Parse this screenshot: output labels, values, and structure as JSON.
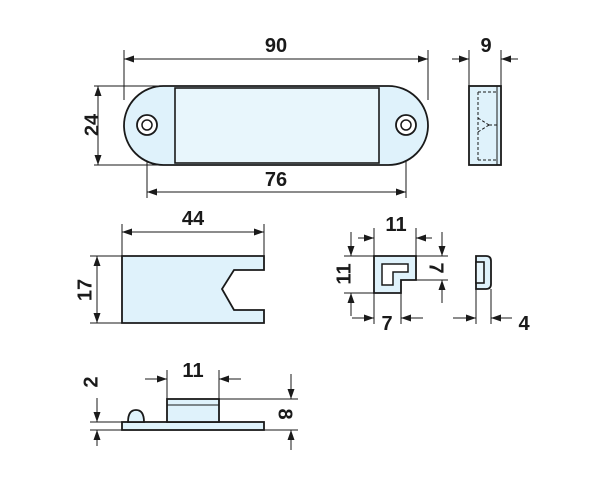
{
  "figure": {
    "top_view": {
      "overall_length": "90",
      "height": "24",
      "hole_spacing": "76"
    },
    "side_view": {
      "depth": "9"
    },
    "plate_view": {
      "width": "44",
      "height": "17"
    },
    "profile_view": {
      "width_top": "11",
      "height_left": "11",
      "height_right": "7",
      "width_bottom": "7"
    },
    "cap_view": {
      "thickness": "4"
    },
    "base_view": {
      "offset": "2",
      "width": "11",
      "height": "8"
    }
  }
}
